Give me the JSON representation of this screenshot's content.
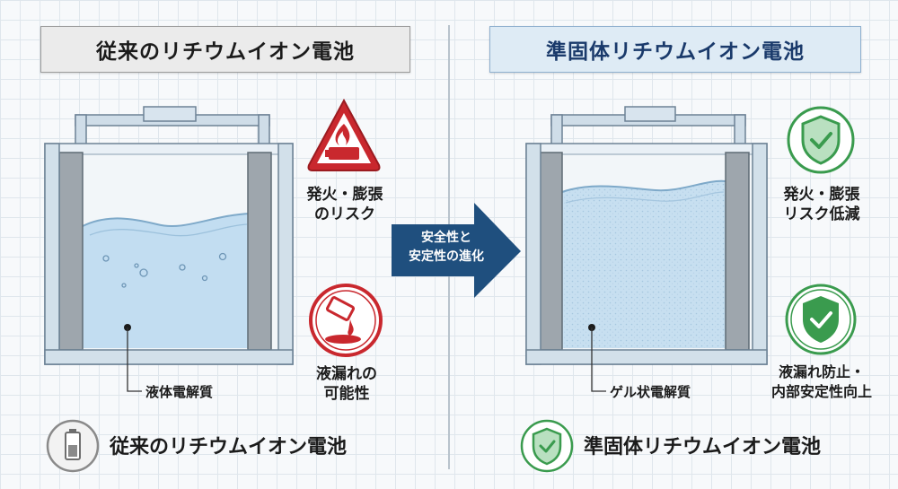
{
  "left": {
    "title": "従来のリチウムイオン電池",
    "risk1_line1": "発火・膨張",
    "risk1_line2": "のリスク",
    "risk2_line1": "液漏れの",
    "risk2_line2": "可能性",
    "electrolyte_label": "液体電解質",
    "bottom_label": "従来のリチウムイオン電池"
  },
  "arrow": {
    "line1": "安全性と",
    "line2": "安定性の進化"
  },
  "right": {
    "title": "準固体リチウムイオン電池",
    "benefit1_line1": "発火・膨張",
    "benefit1_line2": "リスク低減",
    "benefit2_line1": "液漏れ防止・",
    "benefit2_line2": "内部安定性向上",
    "electrolyte_label": "ゲル状電解質",
    "bottom_label": "準固体リチウムイオン電池"
  },
  "colors": {
    "risk_red": "#c9282e",
    "safe_green": "#3a9b4e",
    "arrow_navy": "#1f4f7e",
    "liquid_blue": "#bcdaef",
    "gel_blue": "#c7dff0"
  },
  "icons": {
    "fire_warning": "fire-warning-icon",
    "leak": "leak-icon",
    "shield_check": "shield-check-icon",
    "battery": "battery-icon"
  }
}
